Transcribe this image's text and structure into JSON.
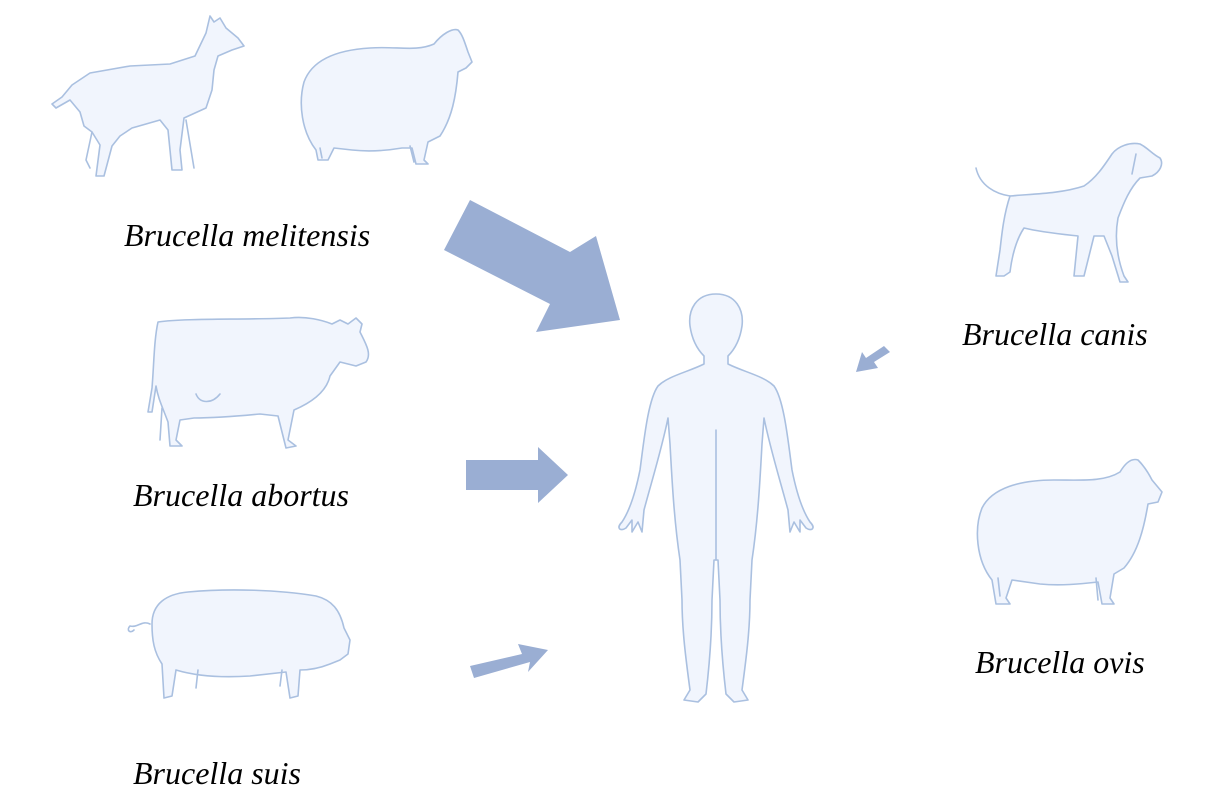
{
  "labels": {
    "melitensis": "Brucella melitensis",
    "abortus": "Brucella abortus",
    "suis": "Brucella suis",
    "canis": "Brucella canis",
    "ovis": "Brucella ovis"
  },
  "icons": [
    "goat-icon",
    "sheep-icon",
    "cow-icon",
    "pig-icon",
    "dog-icon",
    "sheep-icon",
    "human-icon"
  ],
  "colors": {
    "silhouette_fill": "#f1f5fd",
    "silhouette_stroke": "#aac0e0",
    "arrow": "#9aaed3",
    "text": "#000000"
  }
}
